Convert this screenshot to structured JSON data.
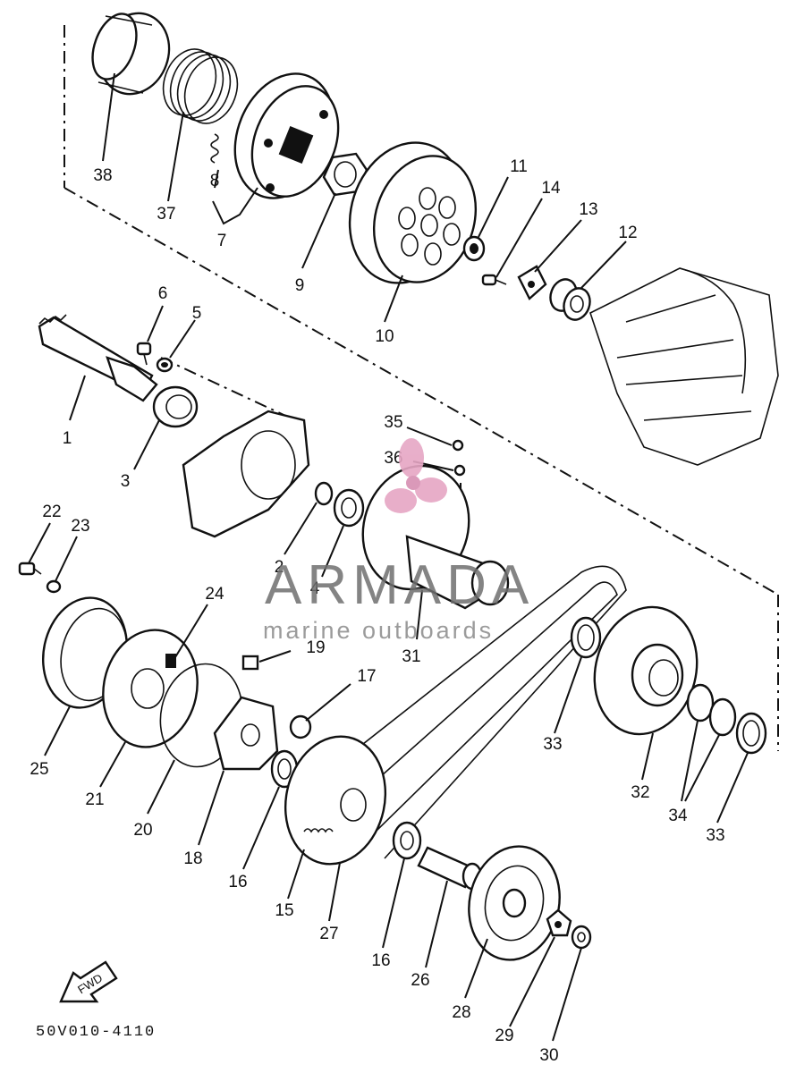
{
  "drawing_code": "50V010-4110",
  "fwd_label": "FWD",
  "watermark": {
    "title": "ARMADA",
    "subtitle": "marine outboards",
    "accent_color": "#e6a6c4",
    "text_color": "#6f6f6f"
  },
  "callouts": {
    "c1": "1",
    "c2": "2",
    "c3": "3",
    "c4": "4",
    "c5": "5",
    "c6": "6",
    "c7": "7",
    "c8": "8",
    "c9": "9",
    "c10": "10",
    "c11": "11",
    "c12": "12",
    "c13": "13",
    "c14": "14",
    "c15": "15",
    "c16a": "16",
    "c16b": "16",
    "c17": "17",
    "c18": "18",
    "c19": "19",
    "c20": "20",
    "c21": "21",
    "c22": "22",
    "c23": "23",
    "c24": "24",
    "c25": "25",
    "c26": "26",
    "c27": "27",
    "c28": "28",
    "c29": "29",
    "c30": "30",
    "c31": "31",
    "c32": "32",
    "c33a": "33",
    "c33b": "33",
    "c34": "34",
    "c35": "35",
    "c36": "36",
    "c37": "37",
    "c38": "38"
  }
}
